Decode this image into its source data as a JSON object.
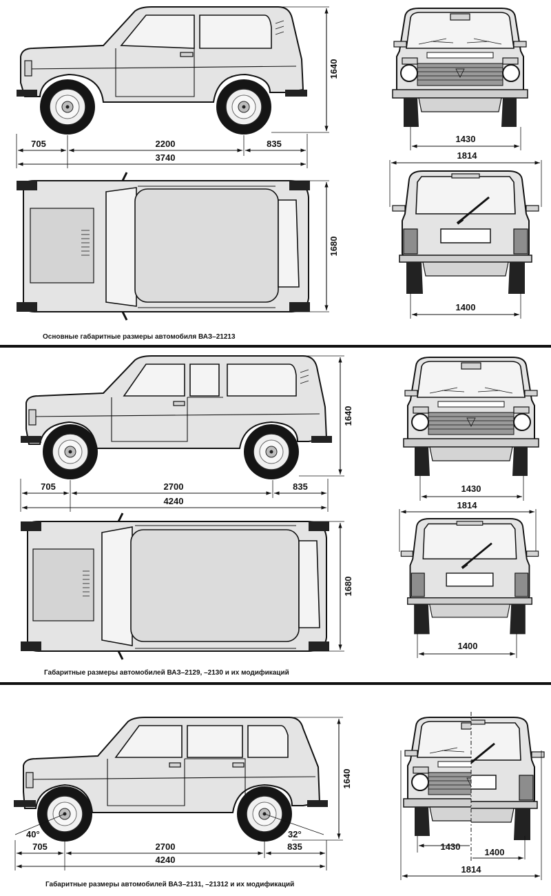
{
  "sections": [
    {
      "caption": "Основные габаритные размеры автомобиля ВАЗ–21213",
      "side": {
        "front_overhang": "705",
        "wheelbase": "2200",
        "rear_overhang": "835",
        "length": "3740",
        "height": "1640"
      },
      "top": {
        "width": "1680"
      },
      "front": {
        "track": "1430"
      },
      "rear": {
        "overall_width": "1814",
        "track": "1400"
      }
    },
    {
      "caption": "Габаритные размеры автомобилей ВАЗ–2129, –2130 и их модификаций",
      "side": {
        "front_overhang": "705",
        "wheelbase": "2700",
        "rear_overhang": "835",
        "length": "4240",
        "height": "1640"
      },
      "top": {
        "width": "1680"
      },
      "front": {
        "track": "1430"
      },
      "rear": {
        "overall_width": "1814",
        "track": "1400"
      }
    },
    {
      "caption": "Габаритные размеры автомобилей ВАЗ–2131, –21312 и их модификаций",
      "side": {
        "front_overhang": "705",
        "wheelbase": "2700",
        "rear_overhang": "835",
        "length": "4240",
        "height": "1640",
        "approach_angle": "40°",
        "departure_angle": "32°"
      },
      "combined": {
        "front_track": "1430",
        "rear_track": "1400",
        "overall_width": "1814"
      }
    }
  ],
  "colors": {
    "ink": "#111111",
    "body": "#e4e4e4",
    "tyre": "#151515",
    "divider": "#111111"
  }
}
